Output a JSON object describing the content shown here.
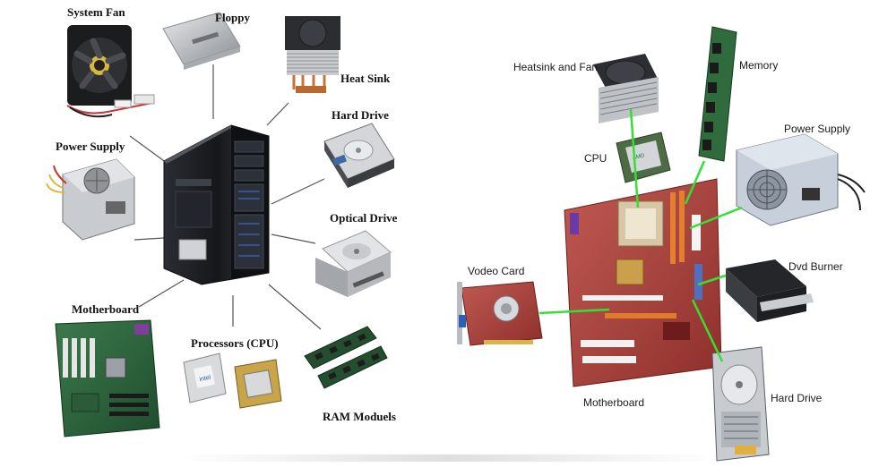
{
  "left_diagram": {
    "labels": {
      "system_fan": "System Fan",
      "floppy": "Floppy",
      "heat_sink": "Heat Sink",
      "hard_drive": "Hard Drive",
      "optical_drive": "Optical Drive",
      "power_supply": "Power Supply",
      "motherboard": "Motherboard",
      "processors": "Processors (CPU)",
      "ram": "RAM Moduels"
    }
  },
  "right_diagram": {
    "labels": {
      "heatsink_fan": "Heatsink and Fan",
      "memory": "Memory",
      "cpu": "CPU",
      "power_supply": "Power Supply",
      "dvd_burner": "Dvd Burner",
      "video_card": "Vodeo Card",
      "motherboard": "Motherboard",
      "hard_drive": "Hard Drive"
    },
    "connector_color": "#33e033"
  }
}
